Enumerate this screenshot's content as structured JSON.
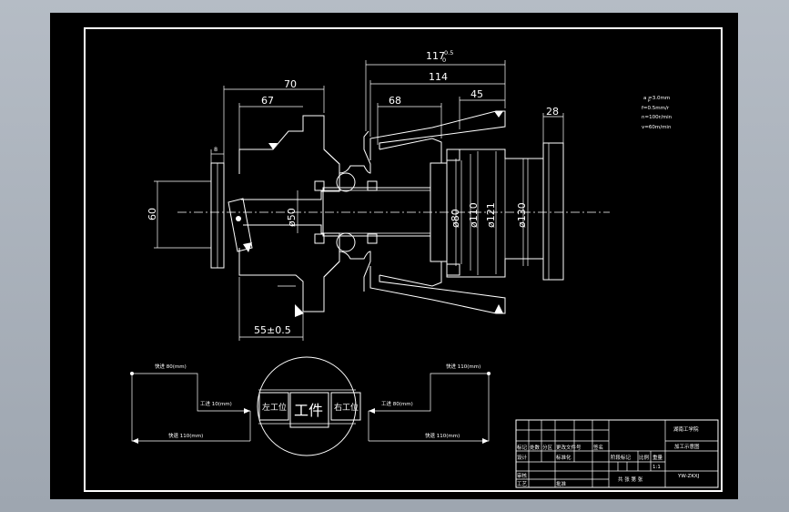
{
  "dimensions": {
    "d117": "117",
    "d117_tol": "0.5",
    "d117_tol_low": "0",
    "d114": "114",
    "d70": "70",
    "d67": "67",
    "d68": "68",
    "d45": "45",
    "d28": "28",
    "d8": "8",
    "d60": "60",
    "d55": "55±0.5",
    "dia50": "ø50",
    "dia80": "ø80",
    "dia110": "ø110",
    "dia121": "ø121",
    "dia130": "ø130"
  },
  "cutting_params": {
    "line1": "a  =3.0mm",
    "line1_sub": "p",
    "line2": "f=0.5mm/r",
    "line3": "n=100r/min",
    "line4": "v=60m/min"
  },
  "station": {
    "left": "左工位",
    "center": "工件",
    "right": "右工位"
  },
  "motion_labels": {
    "left_fast_in": "快进 80(mm)",
    "left_work_in": "工进 10(mm)",
    "left_fast_out": "快退 110(mm)",
    "right_fast_in": "快进 110(mm)",
    "right_work_in": "工进 80(mm)",
    "right_fast_out": "快退 110(mm)"
  },
  "title_block": {
    "school": "湖南工学院",
    "title": "加工示意图",
    "scale": "1:1",
    "ratio_label": "比例",
    "sheet_label": "共 张 第 张",
    "code": "YW-ZKXJ",
    "row_cells": [
      "标记",
      "处数",
      "分区",
      "更改文件号",
      "签名"
    ],
    "design": "设计",
    "standardize": "标准化",
    "stage_mark": "阶段标记",
    "weight": "重量",
    "review": "审核",
    "process": "工艺",
    "approve": "批准"
  }
}
